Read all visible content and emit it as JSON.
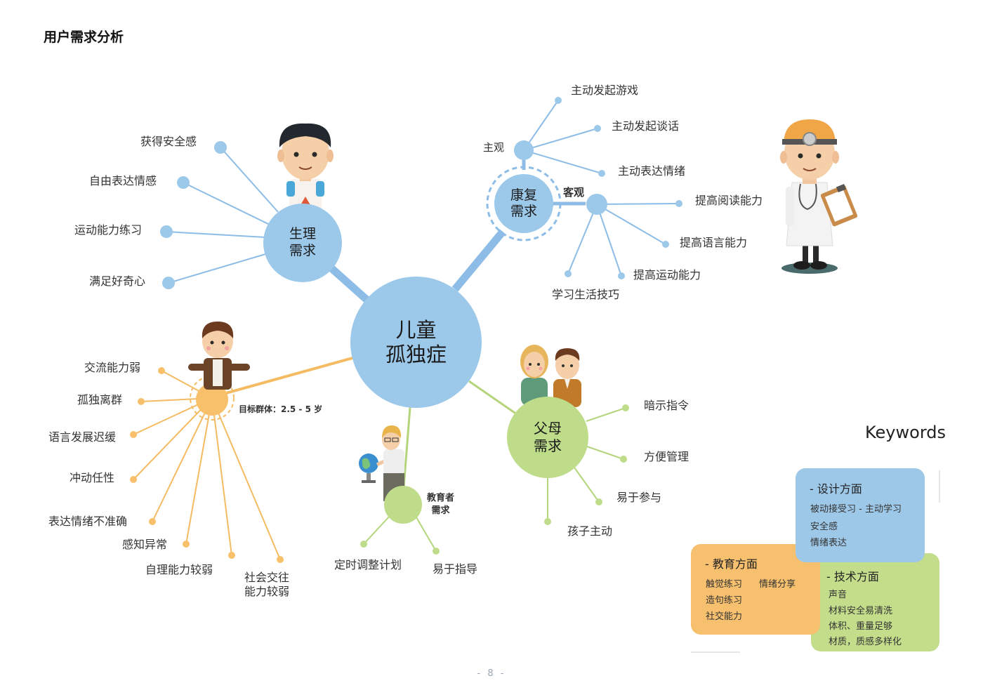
{
  "page_title": "用户需求分析",
  "center": {
    "line1": "儿童",
    "line2": "孤独症"
  },
  "physio": {
    "line1": "生理",
    "line2": "需求",
    "leaves": [
      "获得安全感",
      "自由表达情感",
      "运动能力练习",
      "满足好奇心"
    ]
  },
  "rehab": {
    "line1": "康复",
    "line2": "需求",
    "subjective": {
      "label": "主观",
      "leaves": [
        "主动发起游戏",
        "主动发起谈话",
        "主动表达情绪"
      ]
    },
    "objective": {
      "label": "客观",
      "leaves": [
        "提高阅读能力",
        "提高语言能力",
        "提高运动能力",
        "学习生活技巧"
      ]
    }
  },
  "target": {
    "label": "目标群体：2.5 - 5 岁",
    "leaves": [
      "交流能力弱",
      "孤独离群",
      "语言发展迟缓",
      "冲动任性",
      "表达情绪不准确",
      "感知异常",
      "自理能力较弱"
    ],
    "leaf_last_line1": "社会交往",
    "leaf_last_line2": "能力较弱"
  },
  "educator": {
    "line1": "教育者",
    "line2": "需求",
    "leaves": [
      "定时调整计划",
      "易于指导"
    ]
  },
  "parents": {
    "line1": "父母",
    "line2": "需求",
    "leaves": [
      "暗示指令",
      "方便管理",
      "易于参与",
      "孩子主动"
    ]
  },
  "keywords": {
    "title": "Keywords",
    "design": {
      "heading": "- 设计方面",
      "items": [
        "被动接受习 - 主动学习",
        "安全感",
        "情绪表达"
      ]
    },
    "education": {
      "heading": "- 教育方面",
      "items": [
        "触觉练习",
        "情绪分享",
        "造句练习",
        "社交能力"
      ]
    },
    "tech": {
      "heading": "- 技术方面",
      "items": [
        "声音",
        "材料安全易清洗",
        "体积、重量足够",
        "材质，质感多样化"
      ]
    }
  },
  "page_number": "- 8 -",
  "colors": {
    "blue": "#9cc8ea",
    "blue_line": "#8dbde6",
    "orange": "#f8c06a",
    "orange_line": "#f5bb63",
    "green": "#bedc8a",
    "green_line": "#b5d57d",
    "card_blue": "#9ec8e8",
    "card_orange": "#f6c06e",
    "card_green": "#c3dd8b"
  }
}
